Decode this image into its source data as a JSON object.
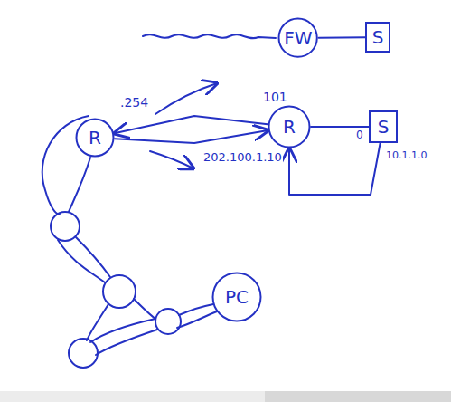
{
  "diagram": {
    "nodes": [
      {
        "text": [
          "FW"
        ]
      },
      {
        "text": [
          "S"
        ]
      },
      {
        "text": [
          "R"
        ]
      },
      {
        "text": [
          "R"
        ]
      },
      {
        "text": [
          "S"
        ]
      },
      {
        "text": [
          "PC"
        ]
      }
    ],
    "edges": [
      {
        "from": 0,
        "to": 1,
        "arrow": "none"
      },
      {
        "from": 2,
        "to": 3,
        "arrow": "to"
      },
      {
        "from": 3,
        "to": 2,
        "arrow": "to"
      },
      {
        "from": 3,
        "to": 4,
        "arrow": "none"
      },
      {
        "from": 4,
        "to": 3,
        "arrow": "to"
      }
    ],
    "labels": [
      ".254",
      "101",
      "202.100.1.10",
      "0",
      "10.1.1.0"
    ]
  }
}
